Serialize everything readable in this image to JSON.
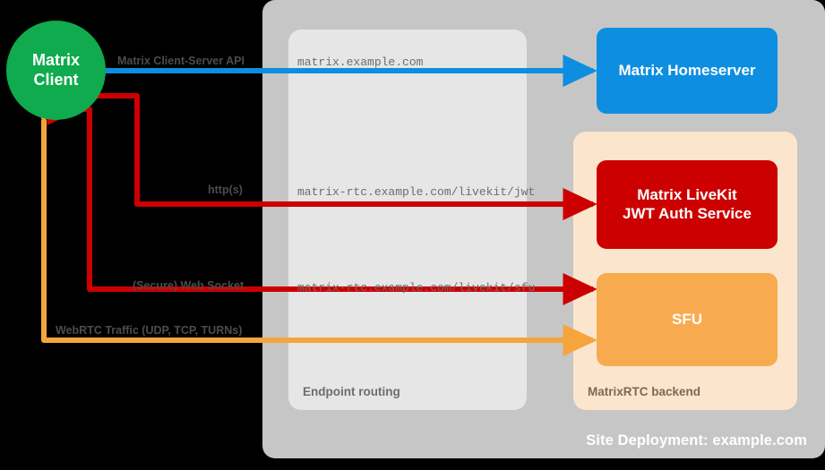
{
  "diagram": {
    "site_panel": {
      "label": "Site Deployment: example.com"
    },
    "routing_panel": {
      "label": "Endpoint routing"
    },
    "backend_panel": {
      "label": "MatrixRTC backend"
    },
    "nodes": {
      "client": {
        "line1": "Matrix",
        "line2": "Client",
        "color": "#0fab4e"
      },
      "homeserver": {
        "label": "Matrix Homeserver",
        "color": "#0d8ee0"
      },
      "jwt": {
        "line1": "Matrix LiveKit",
        "line2": "JWT Auth Service",
        "color": "#cc0000"
      },
      "sfu": {
        "label": "SFU",
        "color": "#f8ab4e"
      }
    },
    "flows": [
      {
        "protocol_label": "Matrix Client-Server API",
        "endpoint": "matrix.example.com",
        "color": "#0d8ee0",
        "direction": "bidirectional"
      },
      {
        "protocol_label": "http(s)",
        "endpoint": "matrix-rtc.example.com/livekit/jwt",
        "color": "#cc0000",
        "direction": "bidirectional"
      },
      {
        "protocol_label": "(Secure) Web Socket",
        "endpoint": "matrix-rtc.example.com/livekit/sfu",
        "color": "#cc0000",
        "direction": "bidirectional"
      },
      {
        "protocol_label": "WebRTC Traffic (UDP, TCP, TURNs)",
        "endpoint": "",
        "color": "#f5a53c",
        "direction": "bidirectional"
      }
    ]
  }
}
